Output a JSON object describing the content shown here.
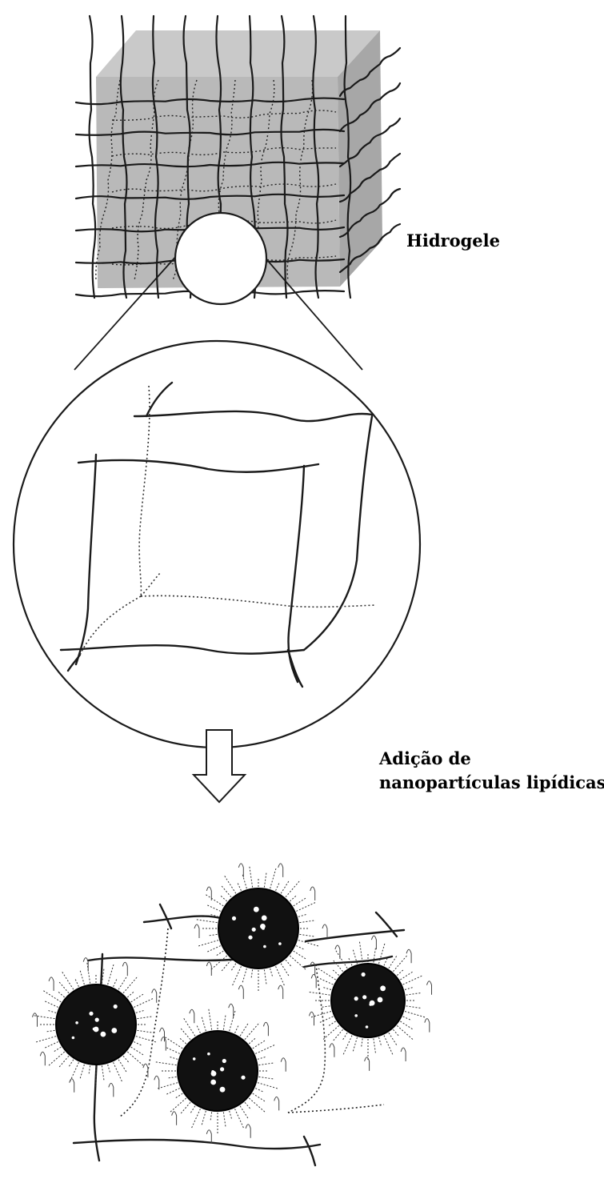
{
  "labels": {
    "hydrogel": "Hidrogele",
    "addition_line1": "Adição de",
    "addition_line2": "nanopartículas lipídicas"
  },
  "colors": {
    "ink": "#1a1a1a",
    "cube_front": "#b9b9b9",
    "cube_top": "#c9c9c9",
    "cube_side": "#a7a7a7",
    "particle": "#111111",
    "background": "#ffffff"
  },
  "diagram": {
    "stages": [
      "hydrogel-network-cube",
      "magnified-network-circle",
      "network-with-lipid-nanoparticles"
    ],
    "nanoparticle_count": 4
  }
}
